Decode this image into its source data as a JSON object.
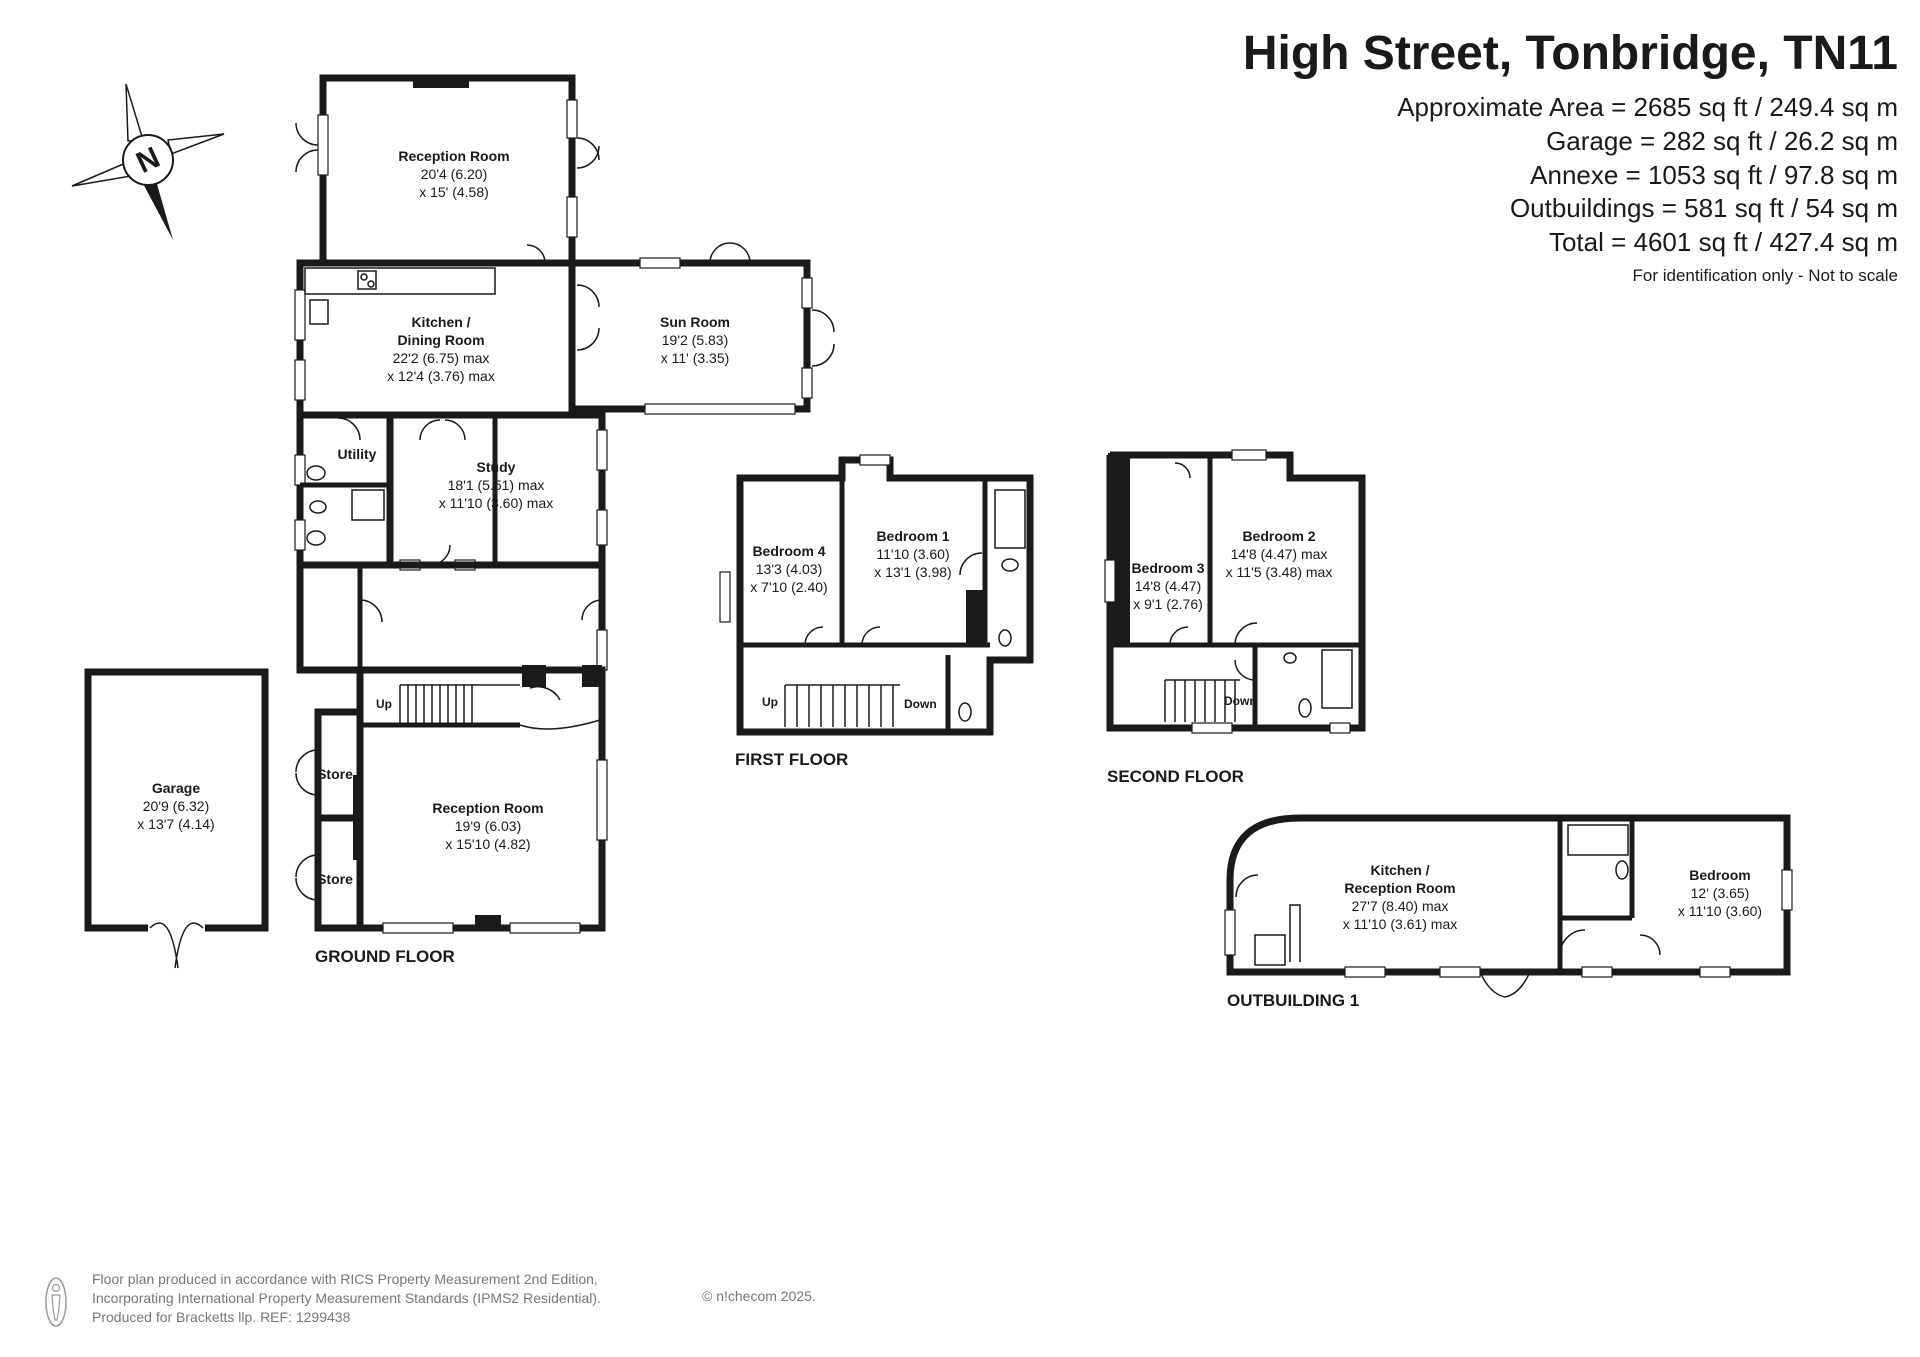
{
  "header": {
    "title": "High Street, Tonbridge, TN11",
    "areas": [
      "Approximate Area = 2685 sq ft / 249.4 sq m",
      "Garage = 282 sq ft / 26.2 sq m",
      "Annexe = 1053 sq ft / 97.8 sq m",
      "Outbuildings = 581 sq ft / 54 sq m",
      "Total = 4601 sq ft / 427.4 sq m"
    ],
    "note": "For identification only - Not to scale"
  },
  "compass": {
    "letter": "N"
  },
  "floors": {
    "ground": "GROUND FLOOR",
    "first": "FIRST FLOOR",
    "second": "SECOND FLOOR",
    "outbuilding": "OUTBUILDING 1"
  },
  "rooms": {
    "reception_top": {
      "name": "Reception Room",
      "dim1": "20'4 (6.20)",
      "dim2": "x 15' (4.58)"
    },
    "kitchen": {
      "name1": "Kitchen /",
      "name2": "Dining Room",
      "dim1": "22'2 (6.75) max",
      "dim2": "x 12'4 (3.76) max"
    },
    "sun_room": {
      "name": "Sun Room",
      "dim1": "19'2 (5.83)",
      "dim2": "x 11' (3.35)"
    },
    "utility": {
      "name": "Utility"
    },
    "study": {
      "name": "Study",
      "dim1": "18'1 (5.51) max",
      "dim2": "x 11'10 (3.60) max"
    },
    "reception_bottom": {
      "name": "Reception Room",
      "dim1": "19'9 (6.03)",
      "dim2": "x 15'10 (4.82)"
    },
    "store1": {
      "name": "Store"
    },
    "store2": {
      "name": "Store"
    },
    "garage": {
      "name": "Garage",
      "dim1": "20'9 (6.32)",
      "dim2": "x 13'7 (4.14)"
    },
    "bedroom4": {
      "name": "Bedroom 4",
      "dim1": "13'3 (4.03)",
      "dim2": "x 7'10 (2.40)"
    },
    "bedroom1": {
      "name": "Bedroom 1",
      "dim1": "11'10 (3.60)",
      "dim2": "x 13'1 (3.98)"
    },
    "bedroom3": {
      "name": "Bedroom 3",
      "dim1": "14'8 (4.47)",
      "dim2": "x 9'1 (2.76)"
    },
    "bedroom2": {
      "name": "Bedroom 2",
      "dim1": "14'8 (4.47) max",
      "dim2": "x 11'5 (3.48) max"
    },
    "out_kitchen": {
      "name1": "Kitchen /",
      "name2": "Reception Room",
      "dim1": "27'7 (8.40) max",
      "dim2": "x 11'10 (3.61) max"
    },
    "out_bedroom": {
      "name": "Bedroom",
      "dim1": "12' (3.65)",
      "dim2": "x 11'10 (3.60)"
    }
  },
  "stairs": {
    "ground_up": "Up",
    "first_up": "Up",
    "first_down": "Down",
    "second_down": "Down"
  },
  "footer": {
    "line1": "Floor plan produced in accordance with RICS Property Measurement 2nd Edition,",
    "line2": "Incorporating International Property Measurement Standards (IPMS2 Residential).",
    "line3": "Produced for Bracketts llp.   REF:  1299438",
    "copyright": "© n!checom 2025."
  }
}
